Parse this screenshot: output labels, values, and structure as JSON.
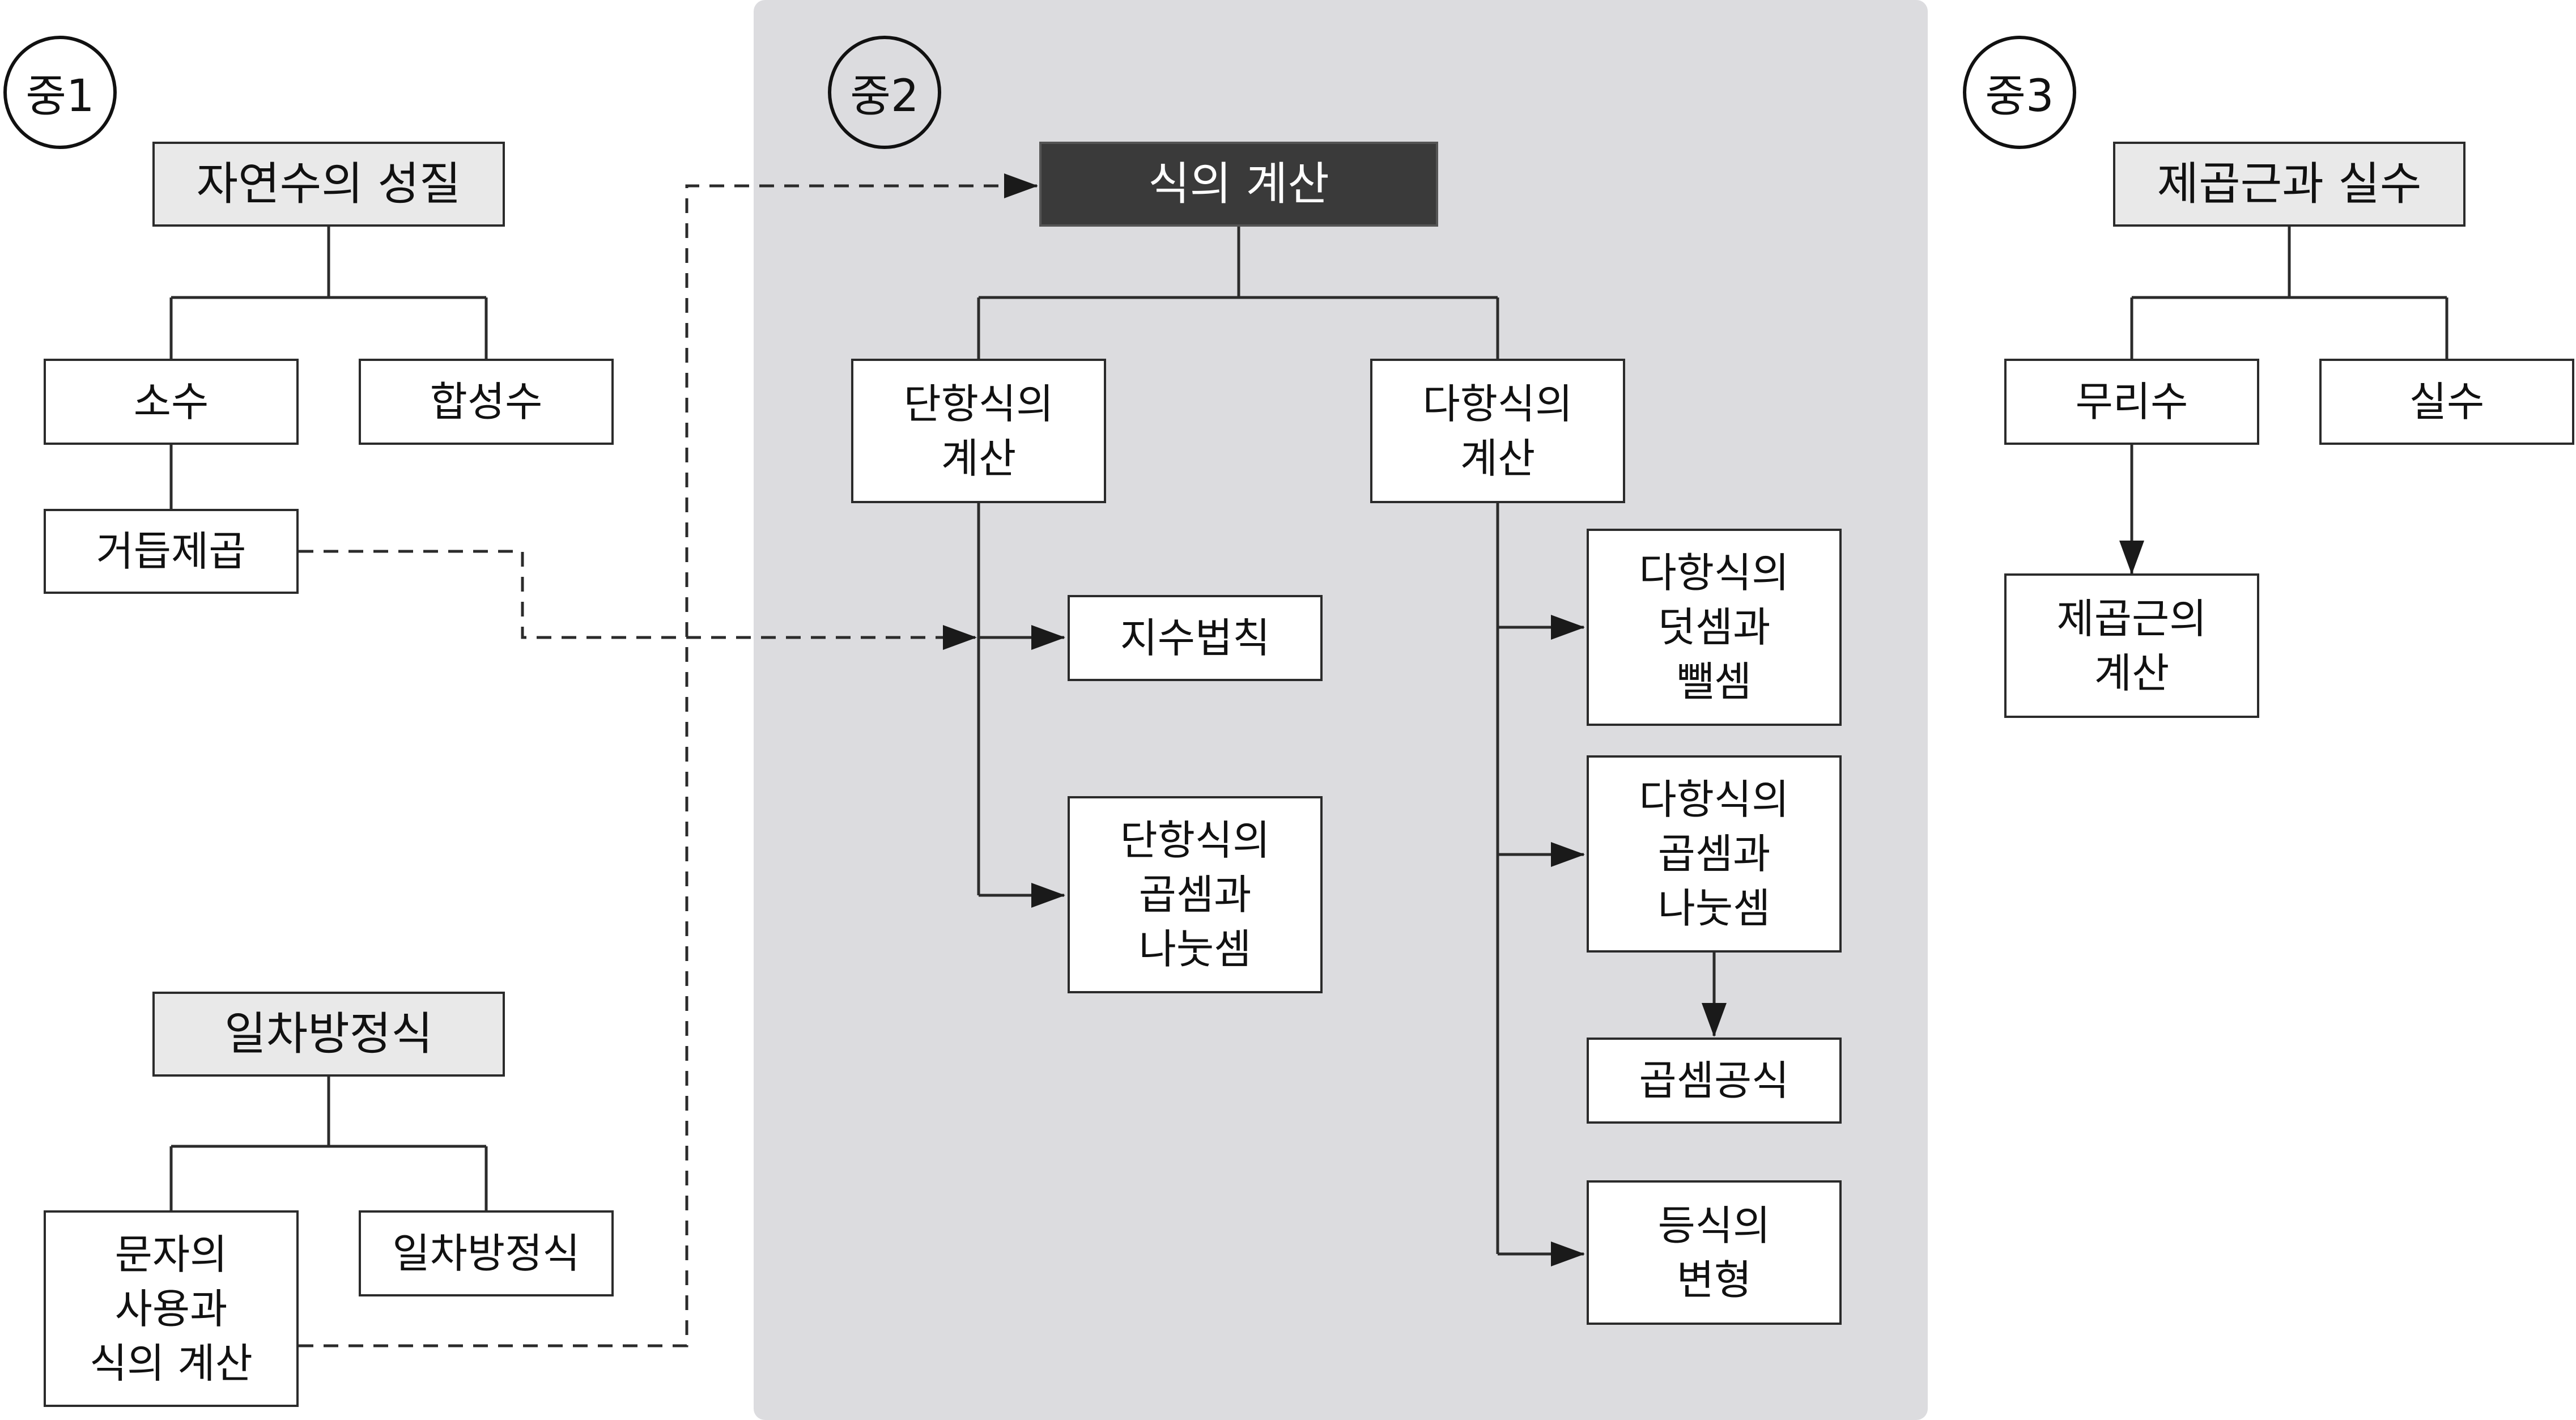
{
  "colors": {
    "panel": "#dcdcdf",
    "dark_box": "#3a3a3a",
    "header_box": "#e9e9e9",
    "line": "#2b2b2b"
  },
  "sections": [
    {
      "label": "중1"
    },
    {
      "label": "중2"
    },
    {
      "label": "중3"
    }
  ],
  "nodes": {
    "natural_numbers": "자연수의 성질",
    "prime": "소수",
    "composite": "합성수",
    "power": "거듭제곱",
    "linear_eq_head": "일차방정식",
    "letters": "문자의\n사용과\n식의 계산",
    "linear_eq": "일차방정식",
    "expr_calc": "식의 계산",
    "monomial_calc": "단항식의\n계산",
    "polynomial_calc": "다항식의\n계산",
    "exponent_laws": "지수법칙",
    "monomial_muldiv": "단항식의\n곱셈과\n나눗셈",
    "poly_addsub": "다항식의\n덧셈과\n뺄셈",
    "poly_muldiv": "다항식의\n곱셈과\n나눗셈",
    "mult_formula": "곱셈공식",
    "eq_transform": "등식의\n변형",
    "sqrt_real": "제곱근과 실수",
    "irrational": "무리수",
    "real": "실수",
    "sqrt_calc": "제곱근의\n계산"
  }
}
